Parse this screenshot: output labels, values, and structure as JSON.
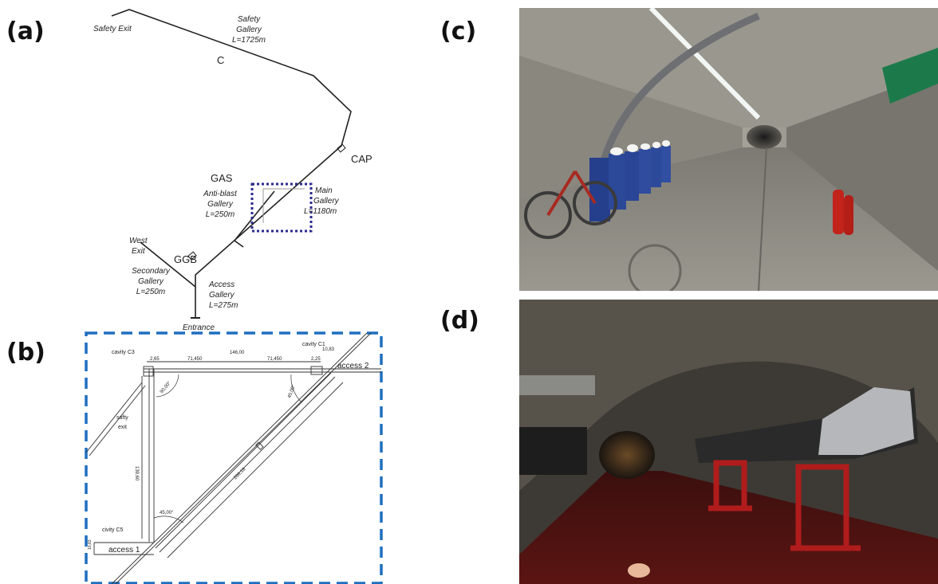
{
  "panels": {
    "a": "(a)",
    "b": "(b)",
    "c": "(c)",
    "d": "(d)"
  },
  "map": {
    "safety_exit": "Safety Exit",
    "safety_gallery": [
      "Safety",
      "Gallery",
      "L=1725m"
    ],
    "c_label": "C",
    "cap_label": "CAP",
    "gas_label": "GAS",
    "antiblast_gallery": [
      "Anti-blast",
      "Gallery",
      "L=250m"
    ],
    "main_gallery": [
      "Main",
      "Gallery",
      "L=1180m"
    ],
    "west_exit": [
      "West",
      "Exit"
    ],
    "ggb_label": "GGB",
    "secondary_gallery": [
      "Secondary",
      "Gallery",
      "L=250m"
    ],
    "access_gallery": [
      "Access",
      "Gallery",
      "L=275m"
    ],
    "entrance": "Entrance"
  },
  "plan": {
    "cavity_c3": "cavity C3",
    "cavity_c1": "cavity C1",
    "civity_c5": "civity C5",
    "access_1": "access 1",
    "access_2": "access 2",
    "safty_exit": [
      "safty",
      "exit"
    ],
    "dim_top_total": "146,00",
    "dim_top_left": "71,450",
    "dim_top_right": "71,450",
    "dim_left_small": "2,65",
    "dim_right_small": "2,25",
    "dim_c1": "10,83",
    "dim_vertical": "139,60",
    "dim_diagonal": "206,18",
    "angle_top_left": "90,00°",
    "angle_top_right": "45,00°",
    "angle_bottom": "45,00°",
    "dim_access1": "10,83"
  },
  "colors": {
    "frame_blue": "#1f6fc0",
    "zoom_box": "#2a2a8c",
    "red_stand": "#b01c1c",
    "tunnel_gray": "#8d8b86"
  }
}
